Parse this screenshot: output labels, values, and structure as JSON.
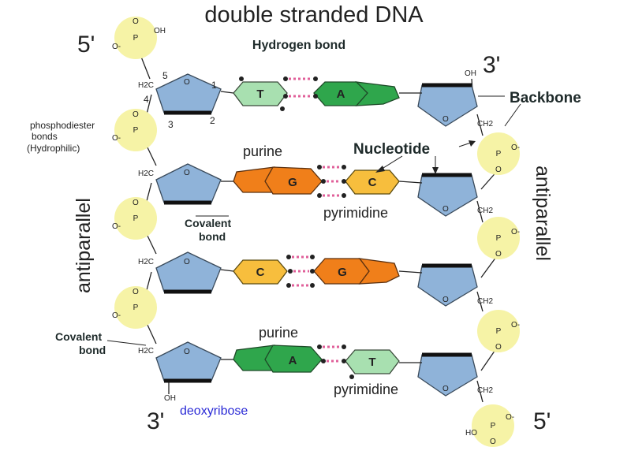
{
  "title": "double stranded DNA",
  "labels": {
    "five_prime_top": "5'",
    "three_prime_top": "3'",
    "three_prime_bottom": "3'",
    "five_prime_bottom": "5'",
    "hydrogen_bond": "Hydrogen bond",
    "backbone": "Backbone",
    "nucleotide": "Nucleotide",
    "phosphodiester_line1": "phosphodiester",
    "phosphodiester_line2": "bonds",
    "phosphodiester_line3": "(Hydrophilic)",
    "purine_1": "purine",
    "pyrimidine_1": "pyrimidine",
    "purine_2": "purine",
    "pyrimidine_2": "pyrimidine",
    "covalent_1_line1": "Covalent",
    "covalent_1_line2": "bond",
    "covalent_2_line1": "Covalent",
    "covalent_2_line2": "bond",
    "antiparallel_left": "antiparallel",
    "antiparallel_right": "antiparallel",
    "deoxyribose": "deoxyribose"
  },
  "chem": {
    "oh": "OH",
    "o": "O",
    "p": "P",
    "o_minus": "O-",
    "h2c": "H2C",
    "ch2": "CH2",
    "ho": "HO",
    "ring_o": "O"
  },
  "carbon_numbers": [
    "5",
    "4",
    "3",
    "2",
    "1"
  ],
  "base_pairs": [
    {
      "left": "T",
      "right": "A"
    },
    {
      "left": "G",
      "right": "C"
    },
    {
      "left": "C",
      "right": "G"
    },
    {
      "left": "A",
      "right": "T"
    }
  ],
  "colors": {
    "phosphate": "#f6f3a6",
    "sugar": "#8fb3d9",
    "adenine": "#2fa64c",
    "thymine": "#a8e0b0",
    "guanine": "#f07f1a",
    "cytosine": "#f7be3d",
    "hbond": "#e0609a",
    "deoxyribose_text": "#2b2bd6"
  }
}
